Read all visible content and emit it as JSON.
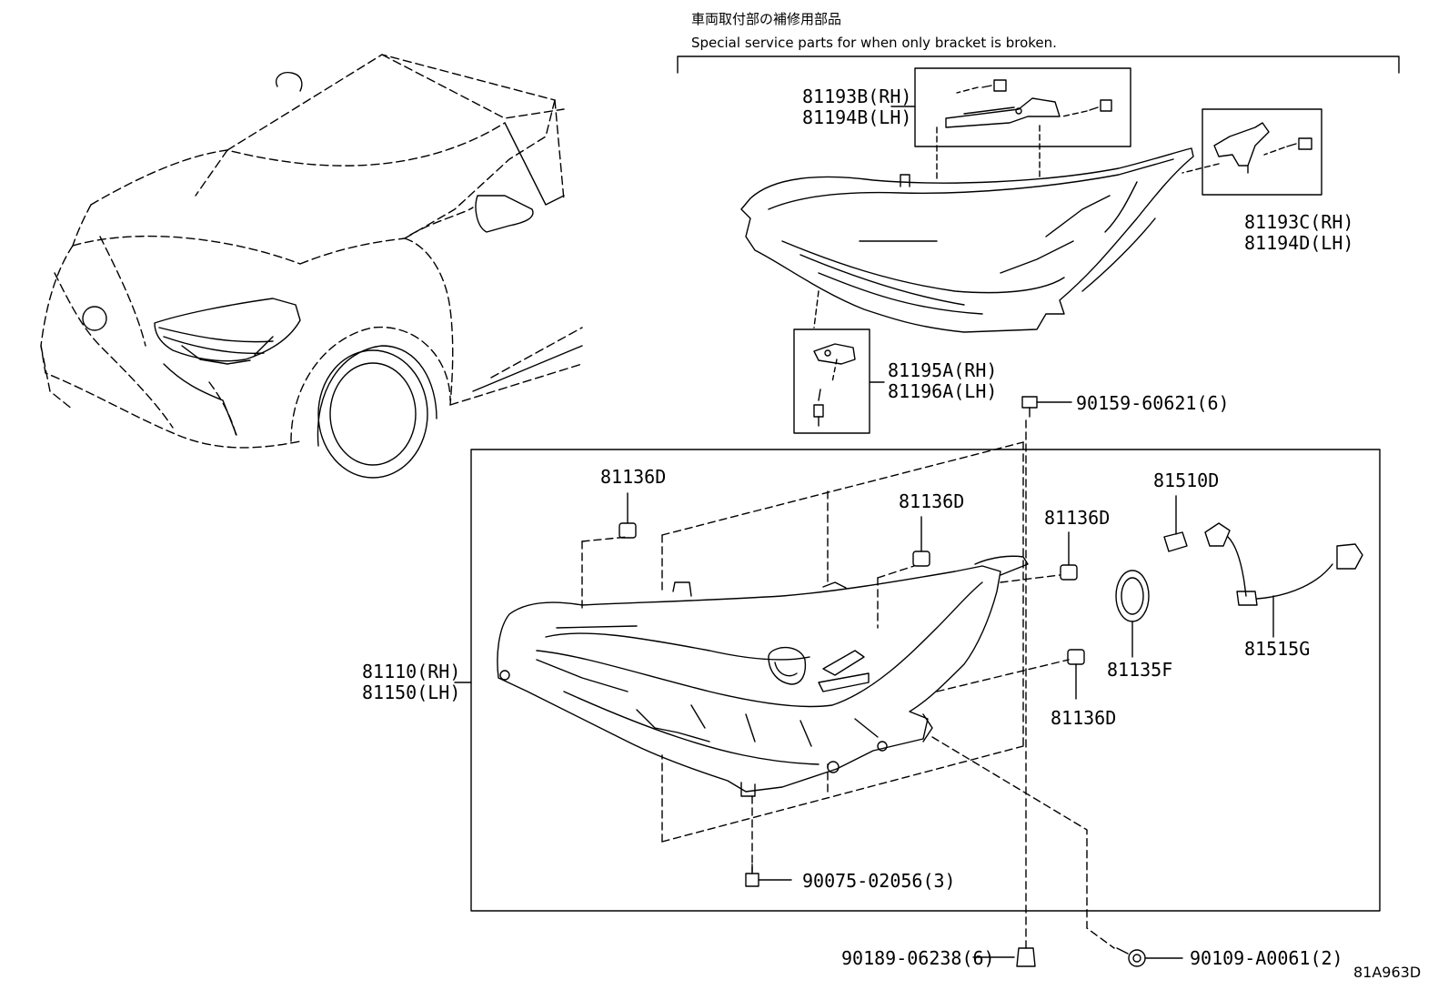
{
  "header": {
    "note_ja": "車両取付部の補修用部品",
    "note_en": "Special service parts for when only bracket is broken."
  },
  "parts": {
    "p81193b": "81193B(RH)",
    "p81194b": "81194B(LH)",
    "p81193c": "81193C(RH)",
    "p81194d": "81194D(LH)",
    "p81195a": "81195A(RH)",
    "p81196a": "81196A(LH)",
    "p90159": "90159-60621(6)",
    "p81136d_1": "81136D",
    "p81136d_2": "81136D",
    "p81136d_3": "81136D",
    "p81136d_4": "81136D",
    "p81510d": "81510D",
    "p81515g": "81515G",
    "p81135f": "81135F",
    "p81110": "81110(RH)",
    "p81150": "81150(LH)",
    "p90075": "90075-02056(3)",
    "p90189": "90189-06238(6)",
    "p90109": "90109-A0061(2)"
  },
  "footer": {
    "diagram_code": "81A963D"
  }
}
